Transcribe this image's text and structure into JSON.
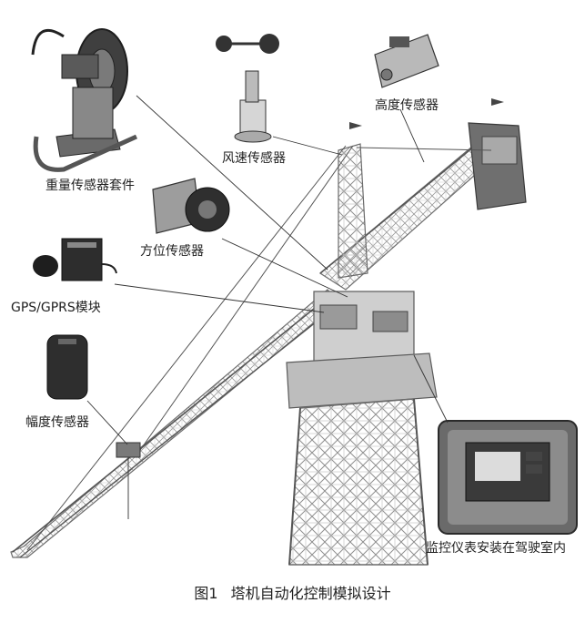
{
  "labels": {
    "weight": "重量传感器套件",
    "wind": "风速传感器",
    "height": "高度传感器",
    "direction": "方位传感器",
    "gps": "GPS/GPRS模块",
    "amplitude": "幅度传感器",
    "monitor": "监控仪表安装在驾驶室内"
  },
  "caption": {
    "figure": "图1",
    "title": "塔机自动化控制模拟设计"
  },
  "colors": {
    "steel": "#8a8a8a",
    "dark": "#3a3a3a",
    "line": "#333333"
  }
}
